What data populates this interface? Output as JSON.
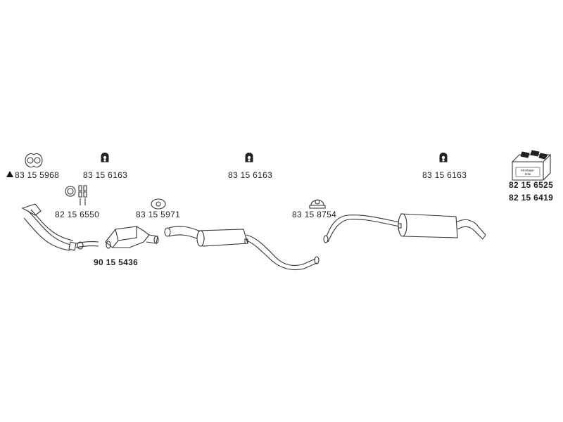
{
  "parts": {
    "gasket_front": "83 15 5968",
    "hanger_1": "83 15 6163",
    "hanger_2": "83 15 6163",
    "hanger_3": "83 15 6163",
    "seal_ring_bolts": "82 15 6550",
    "gasket_cat": "83 15 5971",
    "clamp": "83 15  8754",
    "catalyst": "90 15 5436",
    "kit_1": "82 15 6525",
    "kit_2": "82 15 6419"
  },
  "kit_box_text": "Montage-teile"
}
